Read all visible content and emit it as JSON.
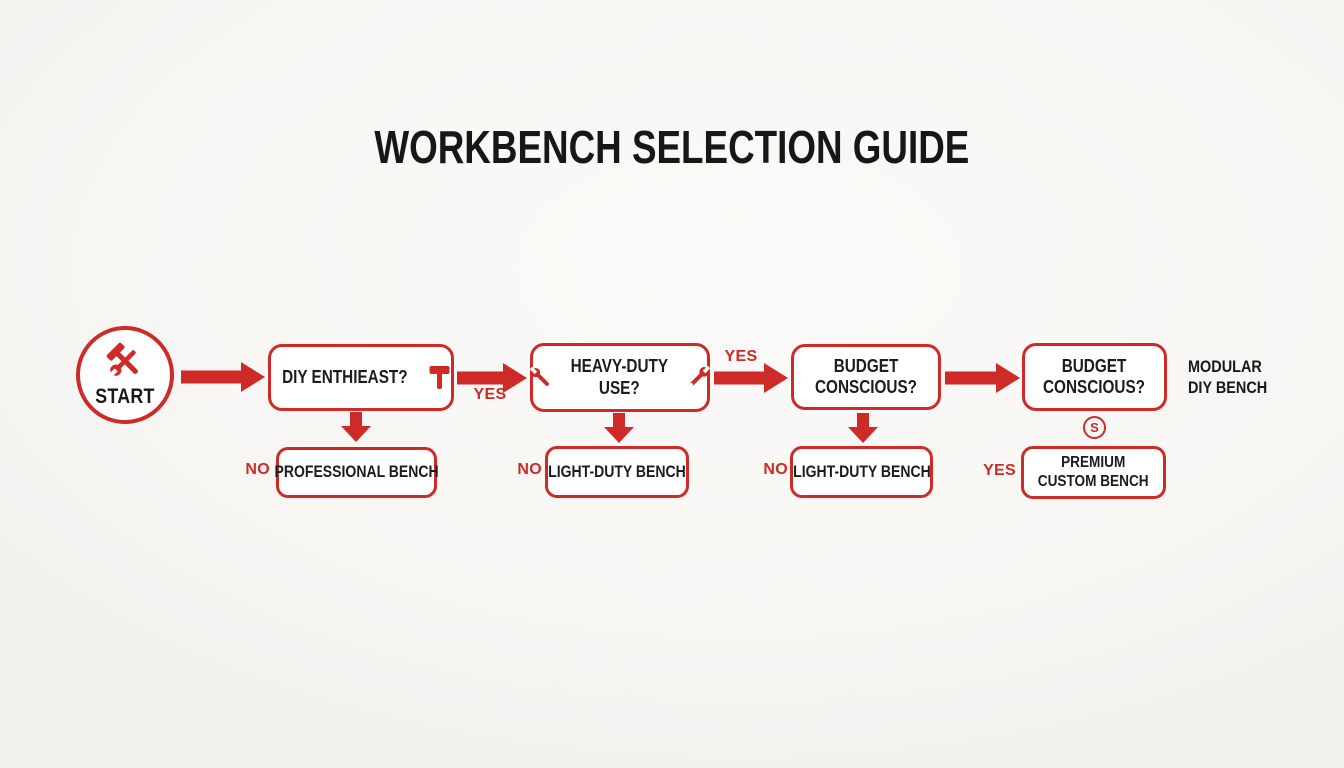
{
  "colors": {
    "red": "#ce2a27",
    "ink": "#1c1c1c",
    "background": "#f7f6f3",
    "box_bg": "#ffffff"
  },
  "title": "WORKBENCH SELECTION GUIDE",
  "start": {
    "label": "START"
  },
  "decisions": [
    {
      "label": "DIY ENTHIEAST?"
    },
    {
      "line1": "HEAVY-DUTY",
      "line2": "USE?"
    },
    {
      "line1": "BUDGET",
      "line2": "CONSCIOUS?"
    },
    {
      "line1": "BUDGET",
      "line2": "CONSCIOUS?"
    }
  ],
  "edges": {
    "yes1": "YES",
    "yes2": "YES",
    "no1": "NO",
    "no2": "NO",
    "no3": "NO",
    "yes3": "YES"
  },
  "results": [
    {
      "label": "PROFESSIONAL BENCH"
    },
    {
      "label": "LIGHT-DUTY BENCH"
    },
    {
      "label": "LIGHT-DUTY BENCH"
    },
    {
      "line1": "PREMIUM",
      "line2": "CUSTOM BENCH"
    }
  ],
  "terminal": {
    "line1": "MODULAR",
    "line2": "DIY BENCH"
  },
  "icons": {
    "dollar_symbol": "S"
  }
}
